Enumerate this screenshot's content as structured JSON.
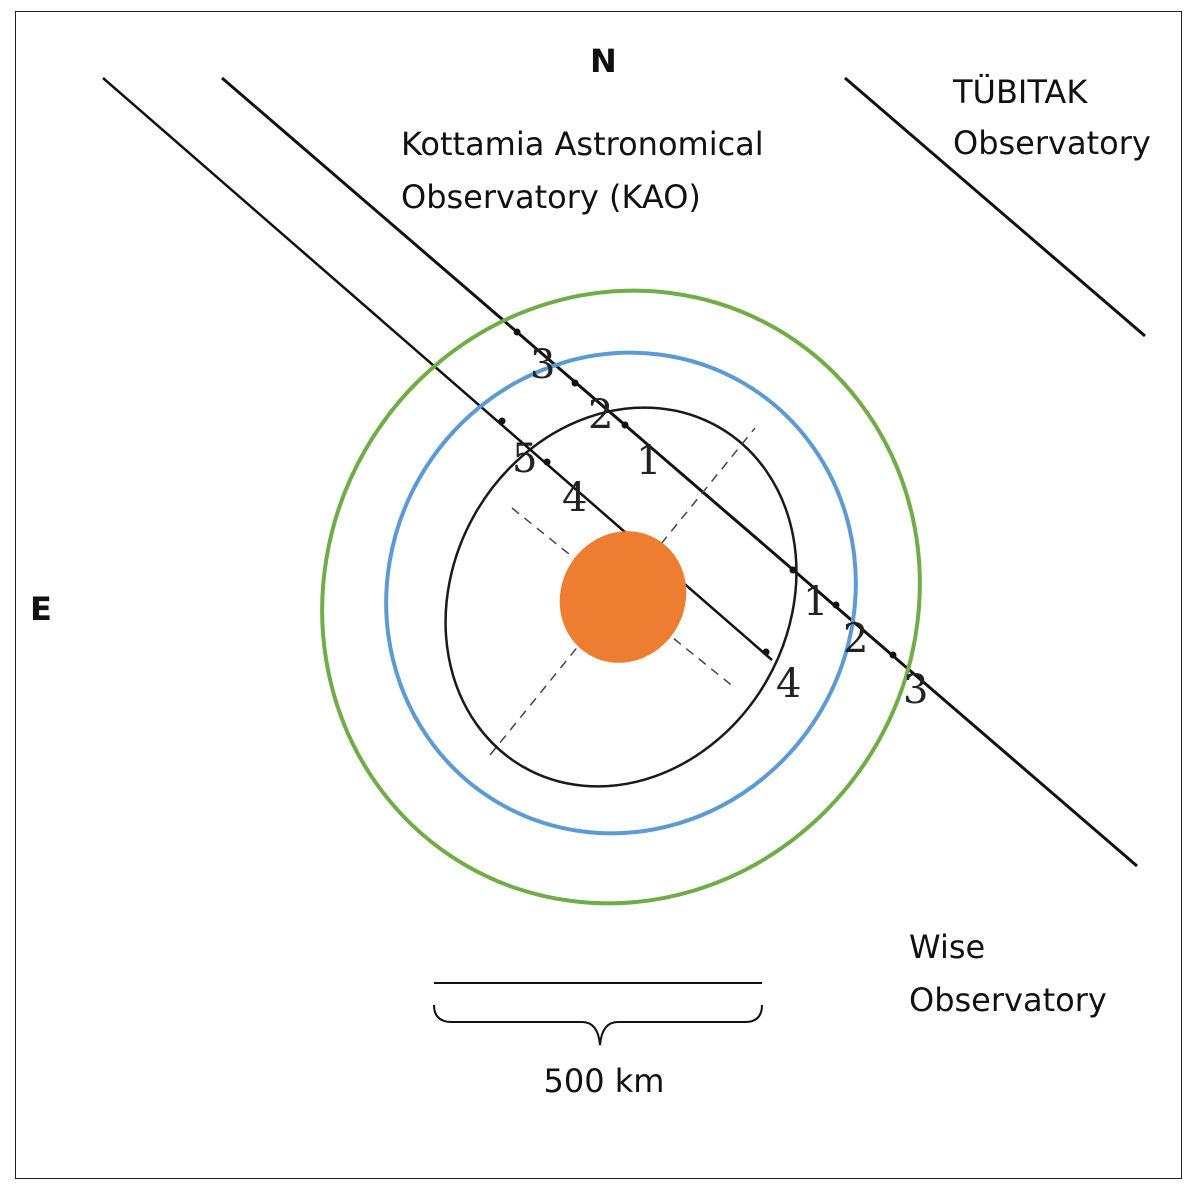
{
  "directions": {
    "north": "N",
    "east": "E"
  },
  "observatories": {
    "tubitak": {
      "line1": "TÜBITAK",
      "line2": "Observatory"
    },
    "kao": {
      "line1": "Kottamia Astronomical",
      "line2": "Observatory (KAO)"
    },
    "wise": {
      "line1": "Wise",
      "line2": "Observatory"
    }
  },
  "scale_bar": {
    "label": "500 km"
  },
  "chord_labels": {
    "upper_left": [
      "3",
      "2",
      "1"
    ],
    "upper_right": [
      "1",
      "2",
      "3"
    ],
    "lower_left": [
      "5",
      "4"
    ],
    "lower_right": [
      "4"
    ]
  },
  "colors": {
    "body_fill": "#ed7d31",
    "contour_inner": "#1a1a1a",
    "contour_middle": "#5b9bd5",
    "contour_outer": "#70ad47",
    "chord_line": "#111111"
  }
}
